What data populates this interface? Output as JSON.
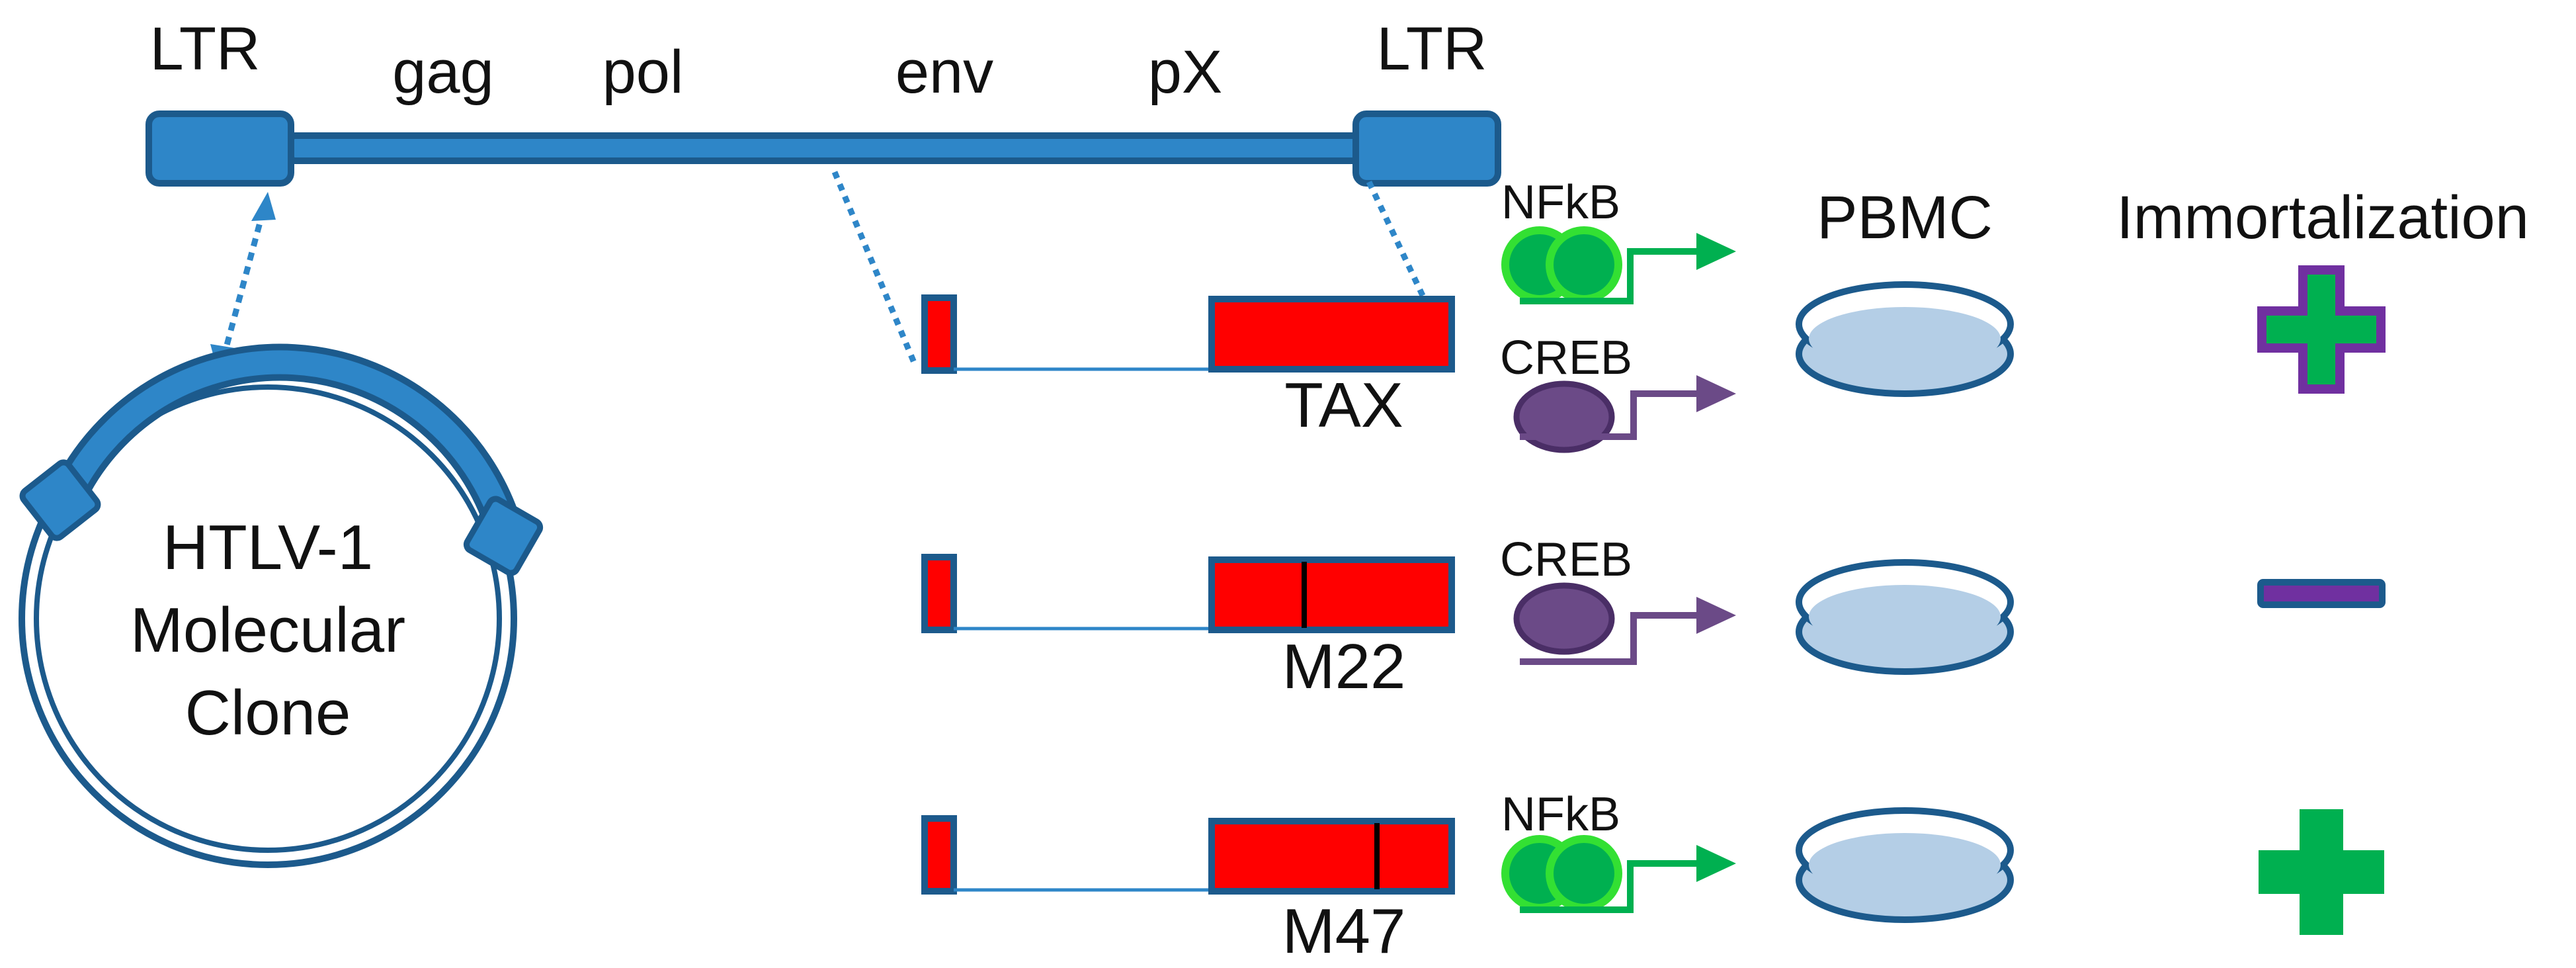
{
  "genome": {
    "labels": {
      "ltr_left": "LTR",
      "gag": "gag",
      "pol": "pol",
      "env": "env",
      "px": "pX",
      "ltr_right": "LTR"
    }
  },
  "plasmid": {
    "label_lines": [
      "HTLV-1",
      "Molecular",
      "Clone"
    ]
  },
  "constructs": [
    {
      "name": "TAX"
    },
    {
      "name": "M22"
    },
    {
      "name": "M47"
    }
  ],
  "factors": {
    "nfkb": "NFkB",
    "creb": "CREB"
  },
  "headers": {
    "pbmc": "PBMC",
    "immortalization": "Immortalization"
  },
  "colors": {
    "blue_fill": "#2E86C8",
    "blue_stroke": "#1C5A8C",
    "red": "#FF0000",
    "green": "#00B050",
    "green_light": "#33E033",
    "purple": "#6B4A87",
    "purple_stroke": "#7030A0",
    "dish_fill": "#B4CEE6"
  }
}
